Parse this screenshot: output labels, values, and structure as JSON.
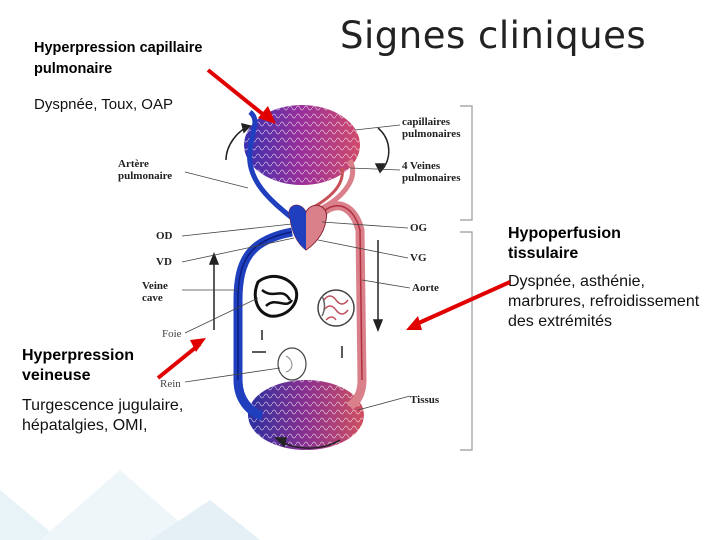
{
  "slide": {
    "title": "Signes cliniques",
    "top_left": {
      "heading": "Hyperpression capillaire pulmonaire",
      "symptoms": "Dyspnée, Toux, OAP"
    },
    "bottom_left": {
      "heading": "Hyperpression veineuse",
      "symptoms": "Turgescence jugulaire, hépatalgies, OMI,"
    },
    "right": {
      "heading": "Hypoperfusion tissulaire",
      "symptoms": "Dyspnée, asthénie, marbrures, refroidissement des extrémités"
    }
  },
  "diagram": {
    "labels": {
      "capillaires": [
        "capillaires",
        "pulmonaires"
      ],
      "veines": [
        "4 Veines",
        "pulmonaires"
      ],
      "artere": [
        "Artère",
        "pulmonaire"
      ],
      "od": "OD",
      "vd": "VD",
      "og": "OG",
      "vg": "VG",
      "veine_cave": [
        "Veine",
        "cave"
      ],
      "aorte": "Aorte",
      "foie": "Foie",
      "rein": "Rein",
      "tissus": "Tissus"
    },
    "colors": {
      "venous": "#1f3fbf",
      "arterial": "#d9808a",
      "arrow": "#e00000",
      "title": "#222222"
    }
  }
}
